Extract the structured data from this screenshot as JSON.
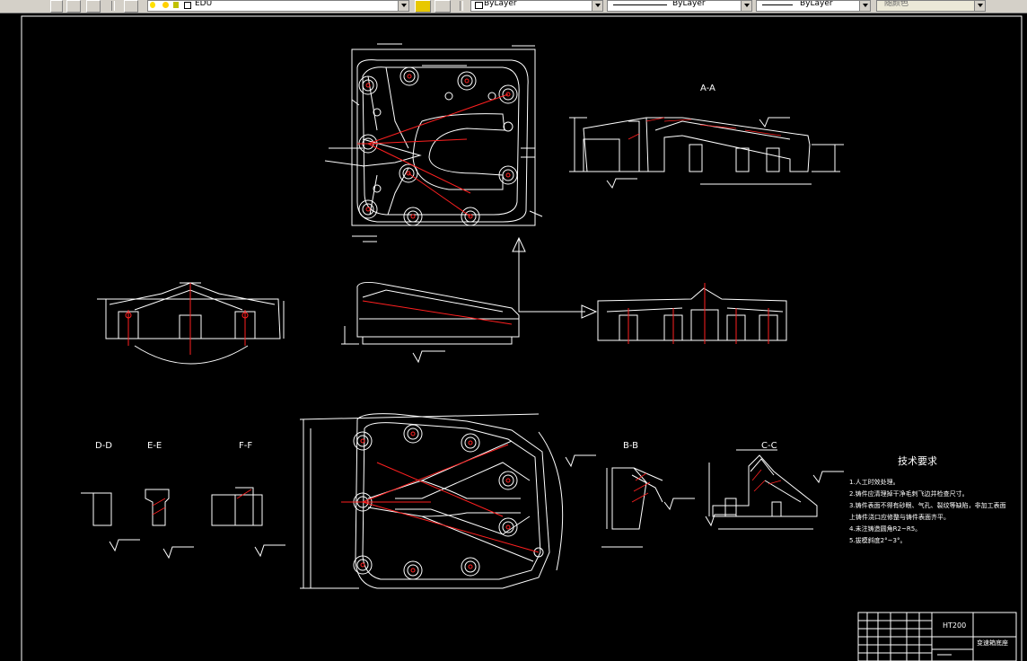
{
  "toolbar": {
    "layer_name": "EDU",
    "color": "ByLayer",
    "linetype": "ByLayer",
    "lineweight": "ByLayer",
    "plotstyle": "随颜色"
  },
  "views": {
    "section_aa": "A-A",
    "section_bb": "B-B",
    "section_cc": "C-C",
    "section_dd": "D-D",
    "section_ee": "E-E",
    "section_ff": "F-F"
  },
  "tech_req": {
    "title": "技术要求",
    "items": [
      "1.人工时效处理。",
      "2.铸件应清理掉干净毛刺飞边并检查尺寸。",
      "3.铸件表面不得有砂眼、气孔、裂纹等缺陷，非加工表面",
      "上铸件浇口应修整与铸件表面齐平。",
      "4.未注铸造圆角R2~R5。",
      "5.拔模斜度2°~3°。"
    ]
  },
  "title_block": {
    "material": "HT200",
    "part_name": "变速箱底座"
  }
}
